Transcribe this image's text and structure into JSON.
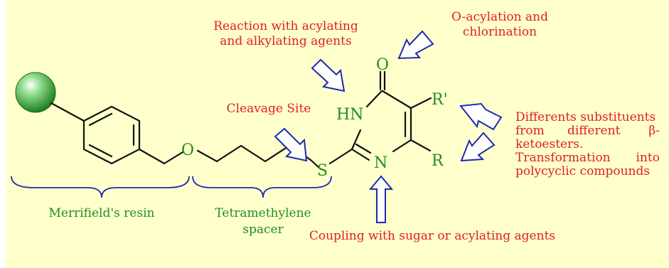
{
  "colors": {
    "background": "#ffffcc",
    "annotation_red": "#e0201a",
    "label_green": "#1f8f1f",
    "arrow_blue": "#1c2bb0",
    "bond_black": "#111111"
  },
  "icons": {
    "resin_bead": "green-sphere-icon",
    "arrows": "hollow-arrow-icon"
  },
  "atoms": {
    "oxygen_ether": "O",
    "sulfur": "S",
    "nh": "HN",
    "carbonyl_o": "O",
    "ring_n": "N",
    "r_prime": "R'",
    "r": "R"
  },
  "annotations": {
    "acylating_line1": "Reaction with acylating",
    "acylating_line2": "and alkylating agents",
    "oacyl_line1": "O-acylation and",
    "oacyl_line2": "chlorination",
    "cleavage": "Cleavage Site",
    "subst_line1": "Differents substituents",
    "subst_line2a": "from",
    "subst_line2b": "different",
    "subst_line2c": "β-",
    "subst_line3": "ketoesters.",
    "subst_line4a": "Transformation",
    "subst_line4b": "into",
    "subst_line5": "polycyclic compounds",
    "coupling": "Coupling with sugar or acylating agents"
  },
  "labels": {
    "resin": "Merrifield's resin",
    "spacer_line1": "Tetramethylene",
    "spacer_line2": "spacer"
  }
}
